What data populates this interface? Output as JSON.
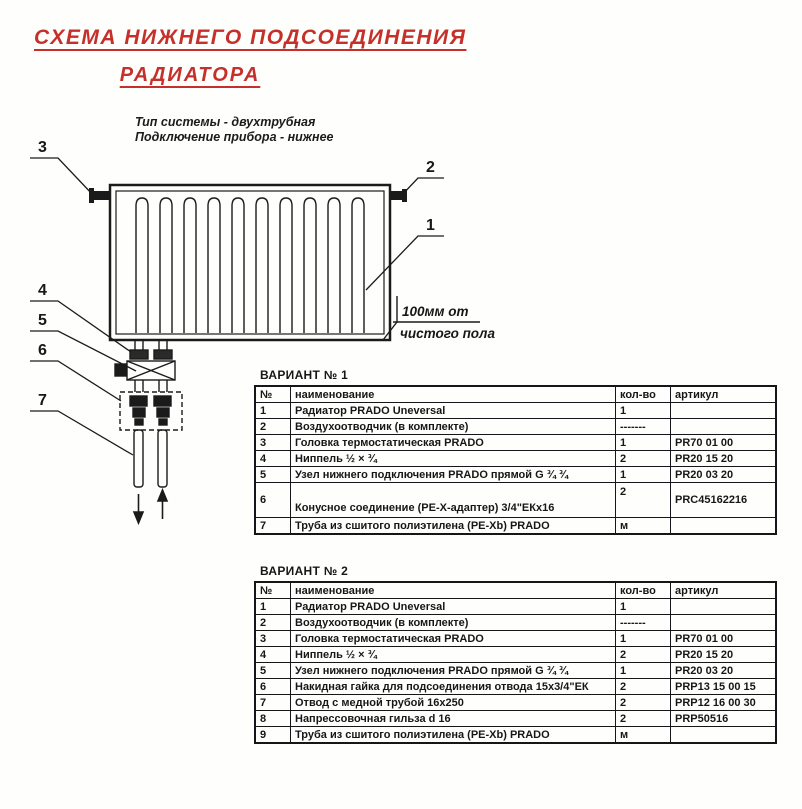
{
  "title": {
    "line1": "СХЕМА НИЖНЕГО ПОДСОЕДИНЕНИЯ",
    "line2": "РАДИАТОРА"
  },
  "notes": {
    "line1": "Тип системы - двухтрубная",
    "line2": "Подключение прибора - нижнее"
  },
  "callouts": {
    "c1": "1",
    "c2": "2",
    "c3": "3",
    "c4": "4",
    "c5": "5",
    "c6": "6",
    "c7": "7"
  },
  "floor_note": {
    "line1": "100мм от",
    "line2": "чистого пола"
  },
  "tables": [
    {
      "title": "ВАРИАНТ № 1",
      "headers": {
        "num": "№",
        "name": "наименование",
        "qty": "кол-во",
        "sku": "артикул"
      },
      "rows": [
        {
          "num": "1",
          "name": "Радиатор PRADO Uneversal",
          "qty": "1",
          "sku": ""
        },
        {
          "num": "2",
          "name": "Воздухоотводчик (в комплекте)",
          "qty": "-------",
          "sku": ""
        },
        {
          "num": "3",
          "name": "Головка термостатическая PRADO",
          "qty": "1",
          "sku": "PR70 01 00"
        },
        {
          "num": "4",
          "name": "Ниппель ½ × ¾",
          "qty": "2",
          "sku": "PR20 15 20"
        },
        {
          "num": "5",
          "name": "Узел нижнего подключения PRADO прямой G ¾ ¾",
          "qty": "1",
          "sku": "PR20 03 20"
        },
        {
          "num": "6",
          "name": "Конусное соединение (PE-X-адаптер) 3/4\"ЕКх16",
          "qty": "2",
          "sku": "PRC45162216",
          "tall": true
        },
        {
          "num": "7",
          "name": "Труба из сшитого полиэтилена (PE-Xb) PRADO",
          "qty": "м",
          "sku": ""
        }
      ]
    },
    {
      "title": "ВАРИАНТ № 2",
      "headers": {
        "num": "№",
        "name": "наименование",
        "qty": "кол-во",
        "sku": "артикул"
      },
      "rows": [
        {
          "num": "1",
          "name": "Радиатор PRADO Uneversal",
          "qty": "1",
          "sku": ""
        },
        {
          "num": "2",
          "name": "Воздухоотводчик (в комплекте)",
          "qty": "-------",
          "sku": ""
        },
        {
          "num": "3",
          "name": "Головка термостатическая PRADO",
          "qty": "1",
          "sku": "PR70 01 00"
        },
        {
          "num": "4",
          "name": "Ниппель ½ × ¾",
          "qty": "2",
          "sku": "PR20 15 20"
        },
        {
          "num": "5",
          "name": "Узел нижнего подключения PRADO прямой G ¾ ¾",
          "qty": "1",
          "sku": "PR20 03 20"
        },
        {
          "num": "6",
          "name": "Накидная гайка для подсоединения отвода 15х3/4\"ЕК",
          "qty": "2",
          "sku": "PRP13 15 00 15"
        },
        {
          "num": "7",
          "name": "Отвод с медной трубой 16х250",
          "qty": "2",
          "sku": "PRP12 16 00 30"
        },
        {
          "num": "8",
          "name": "Напрессовочная гильза d 16",
          "qty": "2",
          "sku": "PRP50516"
        },
        {
          "num": "9",
          "name": "Труба из сшитого полиэтилена (PE-Xb) PRADO",
          "qty": "м",
          "sku": ""
        }
      ]
    }
  ]
}
